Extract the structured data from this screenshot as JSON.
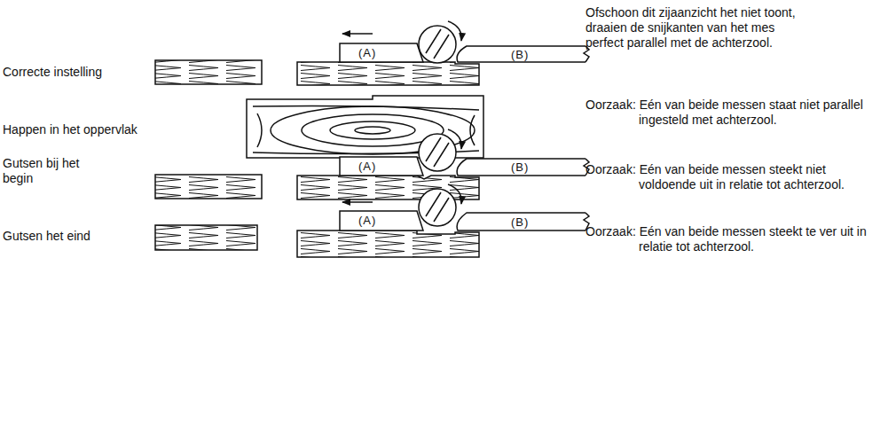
{
  "diagram": {
    "labels": [
      "Correcte instelling",
      "(A)",
      "(B)",
      "Ofschoon dit zijaanzicht het niet toont, draaien de snijkanten van het mes perfect parallel met de achterzool.",
      "Happen in het oppervlak",
      "Oorzaak: Eén van beide messen staat niet parallel ingesteld met achterzool.",
      "Gutsen bij het begin",
      "(A)",
      "(B)",
      "Oorzaak: Eén van beide messen steekt niet voldoende uit in relatie tot achterzool.",
      "Gutsen het eind",
      "(A)",
      "(B)",
      "Oorzaak: Eén van beide messen steekt te ver uit in relatie tot achterzool."
    ]
  }
}
